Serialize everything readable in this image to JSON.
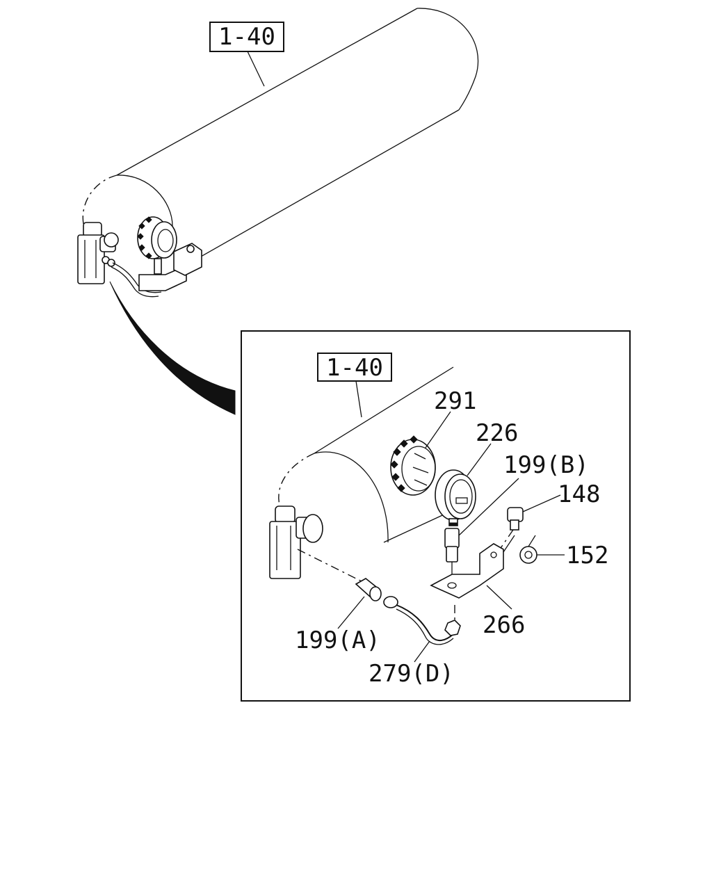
{
  "diagram": {
    "overview_ref": "1-40",
    "detail_ref": "1-40",
    "callouts": {
      "p291": "291",
      "p226": "226",
      "p199b": "199(B)",
      "p148": "148",
      "p152": "152",
      "p266": "266",
      "p199a": "199(A)",
      "p279d": "279(D)"
    }
  }
}
